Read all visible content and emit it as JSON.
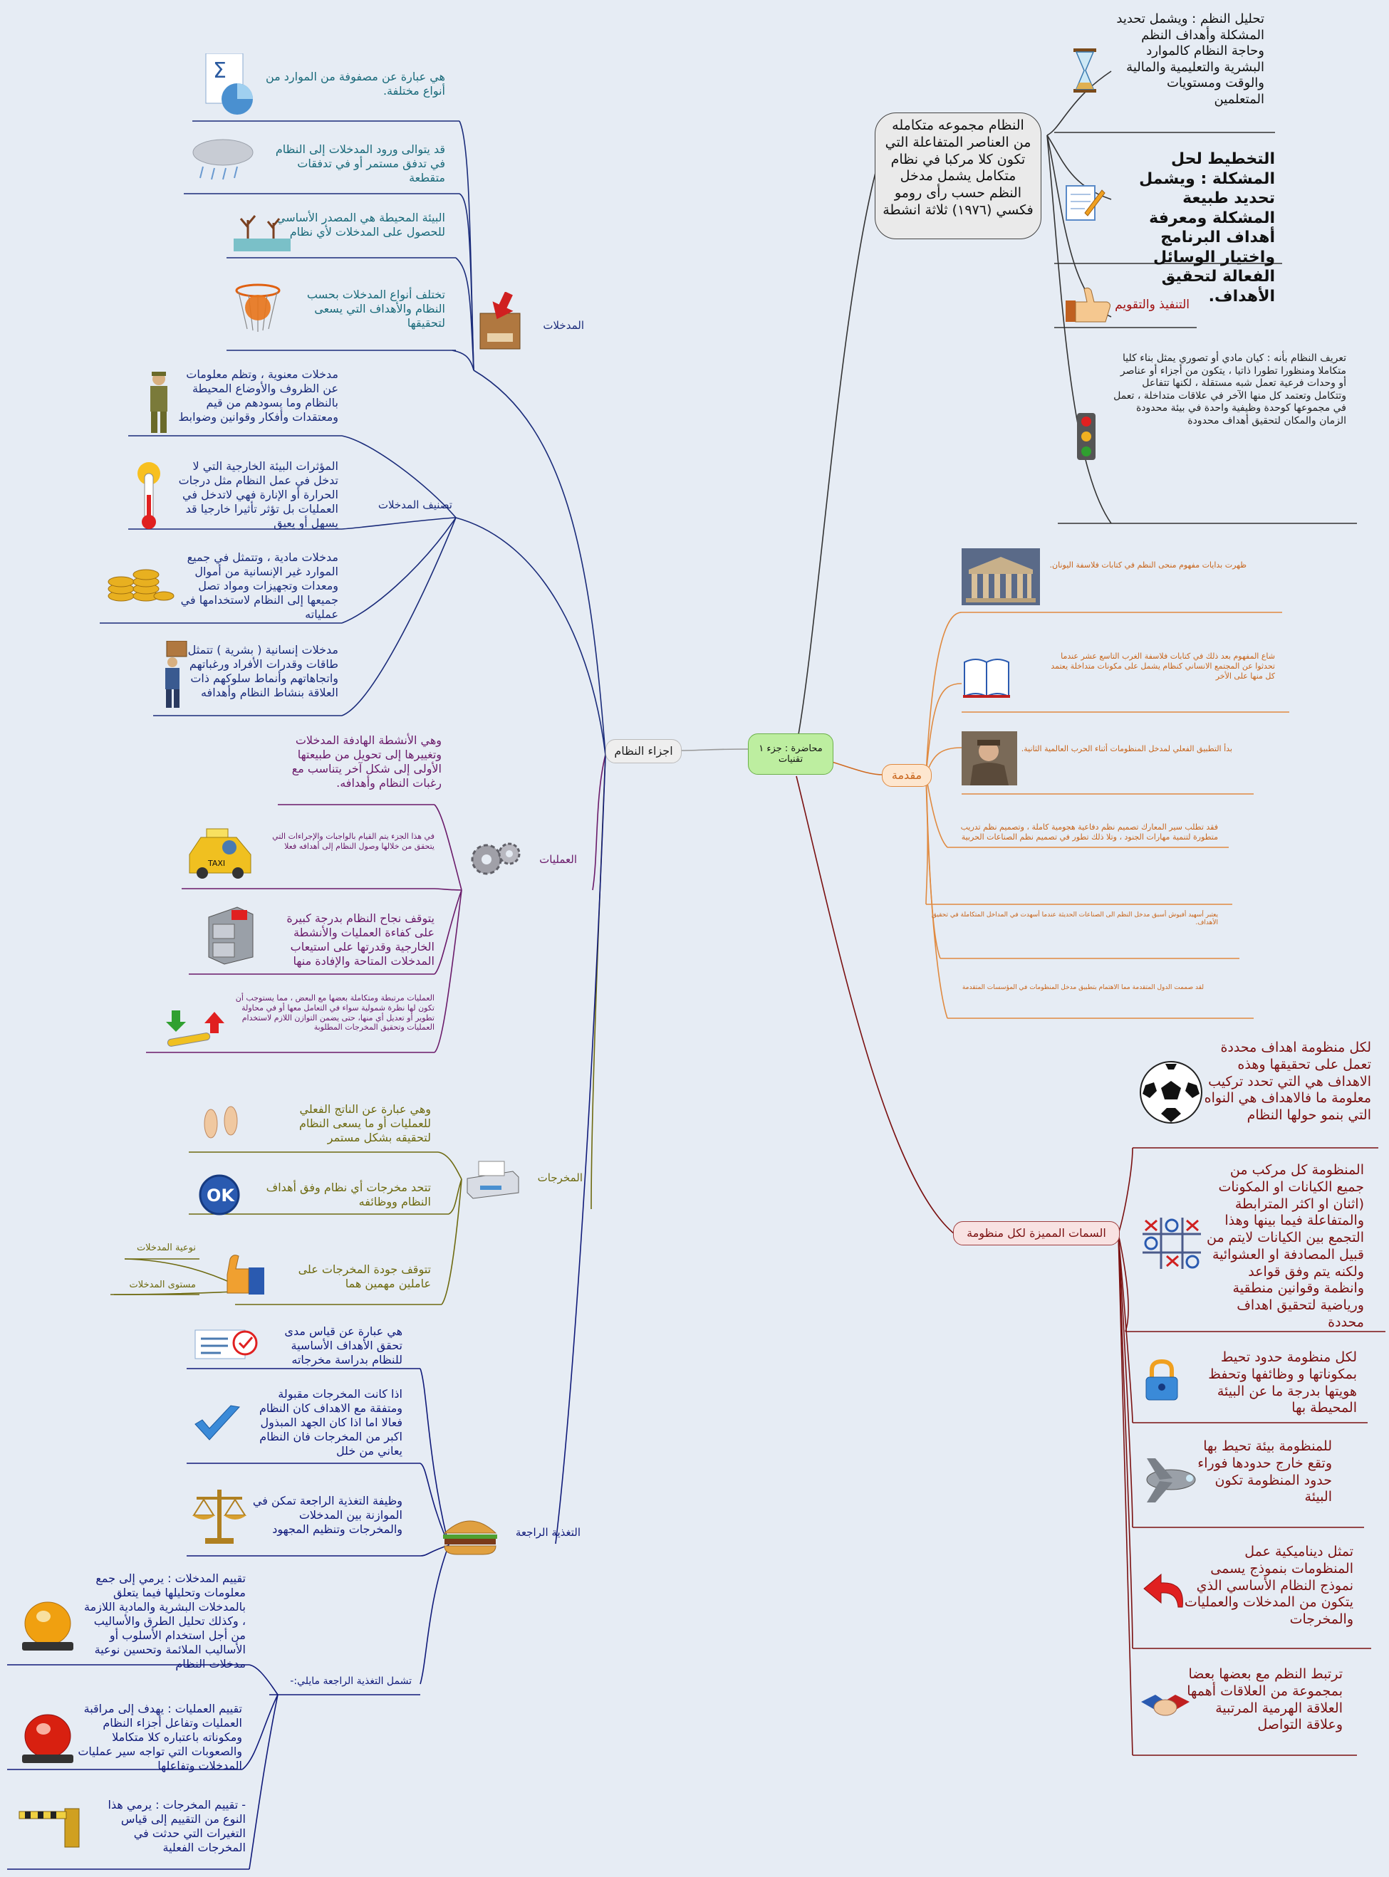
{
  "colors": {
    "center": "#bdeea0",
    "parts": "#1a2b7a",
    "ops": "#6a1a6a",
    "outputs": "#6e6a10",
    "feedback": "#101a7a",
    "intro": "#c8641a",
    "traits": "#7a1010",
    "system": "#222222"
  },
  "center": {
    "label": "محاضرة : جزء ١ تقنيات"
  },
  "branches": {
    "parts": "اجزاء النظام",
    "intro": "مقدمة",
    "traits": "السمات المميزة لكل منظومة"
  },
  "system": {
    "def": "النظام مجموعه متكامله من العناصر المتفاعلة التي تكون كلا مركبا في نظام متكامل يشمل مدخل النظم حسب رأى رومو فكسي (١٩٧٦) ثلاثة انشطة",
    "analysis": "تحليل النظم : ويشمل تحديد المشكلة وأهداف النظم وحاجة النظام كالموارد البشرية والتعليمية والمالية والوقت ومستويات المتعلمين",
    "planning": "التخطيط لحل المشكلة : ويشمل تحديد طبيعة المشكلة ومعرفة أهداف البرنامج واختيار الوسائل الفعالة لتحقيق الأهداف.",
    "execution": "التنفيذ والتقويم",
    "definition2": "تعريف النظام بأنه : كيان مادي أو تصوري يمثل بناء كليا متكاملا ومنظورا تطورا ذاتيا ، يتكون من أجزاء أو عناصر أو وحدات فرعية تعمل شبه مستقلة ، لكنها تتفاعل وتتكامل وتعتمد كل منها الآخر في علاقات متداخلة ، تعمل في مجموعها كوحدة وظيفية واحدة في بيئة محدودة الزمان والمكان لتحقيق أهداف محدودة"
  },
  "inputs": {
    "label": "المدخلات",
    "items": [
      "هي عبارة عن مصفوفة من الموارد من أنواع مختلفة.",
      "قد يتوالى ورود المدخلات إلى النظام في تدفق مستمر أو في تدفقات متقطعة",
      "البيئة المحيطة هي المصدر الأساسي للحصول على المدخلات لأي نظام",
      "تختلف أنواع المدخلات بحسب النظام والأهداف التي يسعى لتحقيقها"
    ]
  },
  "classification": {
    "label": "تصنيف المدخلات",
    "items": [
      "مدخلات معنوية ، وتظم معلومات عن الظروف والأوضاع المحيطة بالنظام وما يسودهم من قيم ومعتقدات وأفكار وقوانين وضوابط",
      "المؤثرات البيئة الخارجية التي لا تدخل في عمل النظام مثل درجات الحرارة أو الإنارة فهي لاتدخل في العمليات بل تؤثر تأثيرا خارجيا قد يسهل أو يعيق",
      "مدخلات مادية ، وتتمثل في جميع الموارد غير الإنسانية من أموال ومعدات وتجهيزات ومواد تصل جميعها إلى النظام لاستخدامها في عملياته",
      "مدخلات إنسانية ( بشرية ) تتمثل في طاقات وقدرات الأفراد ورغباتهم واتجاهاتهم وأنماط سلوكهم ذات العلاقة بنشاط النظام وأهدافه"
    ]
  },
  "operations": {
    "label": "العمليات",
    "items": [
      "وهي الأنشطة الهادفة المدخلات وتغييرها إلى تحويل من طبيعتها الأولى إلى شكل آخر يتناسب مع رغبات النظام وأهدافه.",
      "في هذا الجزء يتم القيام بالواجبات والإجراءات التي يتحقق من خلالها وصول النظام إلى أهدافه فعلا",
      "يتوقف نجاح النظام بدرجة كبيرة على كفاءة العمليات والأنشطة الخارجية وقدرتها على استيعاب المدخلات المتاحة والإفادة منها",
      "العمليات مرتبطة ومتكاملة بعضها مع البعض ، مما يستوجب أن تكون لها نظرة شمولية سواء في التعامل معها أو في محاولة تطوير أو تعديل أي منها، حتى يضمن التوازن اللازم لاستخدام العمليات وتحقيق المخرجات المطلوبة"
    ]
  },
  "outputs": {
    "label": "المخرجات",
    "items": [
      "وهي عبارة عن الناتج الفعلي للعمليات أو ما يسعى النظام لتحقيقه بشكل مستمر",
      "تتحد مخرجات أي نظام وفق أهداف النظام ووظائفه",
      "تتوقف جودة المخرجات على عاملين مهمين هما"
    ],
    "quality": [
      "نوعية المدخلات",
      "مستوى المدخلات"
    ]
  },
  "feedback": {
    "label": "التغذية الراجعة",
    "items": [
      "هي عبارة عن قياس مدى تحقق الأهداف الأساسية للنظام بدراسة مخرجاته",
      "اذا كانت المخرجات مقبولة ومتفقة مع الاهداف كان النظام فعالا اما اذا كان الجهد المبذول اكبر من المخرجات فان النظام يعاني من خلل",
      "وظيفة التغذية الراجعة تمكن في الموازنة بين المدخلات والمخرجات وتنظيم المجهود"
    ],
    "includes_label": "تشمل التغذية الراجعة مايلي:-",
    "includes": [
      "تقييم المدخلات : يرمي إلى جمع معلومات وتحليلها فيما يتعلق بالمدخلات البشرية والمادية اللازمة ، وكذلك تحليل الطرق والأساليب من أجل استخدام الأسلوب أو الأساليب الملائمة وتحسين نوعية مدخلات النظام",
      "تقييم العمليات : يهدف إلى مراقبة العمليات وتفاعل أجزاء النظام ومكوناته باعتباره كلا متكاملا والصعوبات التي تواجه سير عمليات المدخلات وتفاعلها",
      "- تقييم المخرجات : يرمي هذا النوع من التقييم إلى قياس التغيرات التي حدثت في المخرجات الفعلية"
    ]
  },
  "intro": {
    "items": [
      "ظهرت بدايات مفهوم منحى النظم في كتابات فلاسفة اليونان.",
      "شاع المفهوم بعد ذلك في كتابات فلاسفة الغرب التاسع عشر عندما تحدثوا عن المجتمع الانساني كنظام يشمل على مكونات متداخلة يعتمد كل منها على الأخر",
      "بدأ التطبيق الفعلي لمدخل المنظومات أثناء الحرب العالمية الثانية.",
      "فقد تطلب سير المعارك تصميم نظم دفاعية هجومية كاملة ، وتصميم نظم تدريب متطورة لتنمية مهارات الجنود ، وتلا ذلك تطور في تصميم نظم الصناعات الحربية",
      "يعتبر أسهيد أفيوش أسبق مدخل النظم الى الصناعات الحديثة عندما أسهدت في المداخل المتكاملة في تحقيق الأهداف.",
      "لقد صممت الدول المتقدمة مما الاهتمام بتطبيق مدخل المنظومات في المؤسسات المتقدمة"
    ]
  },
  "traits": {
    "items": [
      "لكل منظومة اهداف محددة تعمل على تحقيقها وهذه الاهداف هي التي تحدد تركيب معلومة ما فالاهداف هي النواه التي بنمو حولها النظام",
      "المنظومة كل مركب من جميع الكيانات او المكونات (اثنان او اكثر المترابطة والمتفاعلة فيما بينها وهذا التجمع بين الكيانات لايتم من قبيل المصادفة او العشوائية ولكنه يتم وفق قواعد وانظمة وقوانين منطقية ورياضية لتحقيق اهداف محددة",
      "لكل منظومة حدود تحيط بمكوناتها و وظائفها وتحفظ هويتها بدرجة ما عن البيئة المحيطة بها",
      "للمنظومة بيئة تحيط بها وتقع خارج حدودها فوراء حدود المنظومة تكون البيئة",
      "تمثل ديناميكية عمل المنظومات بنموذج يسمى نموذج النظام الأساسي الذي يتكون من المدخلات والعمليات والمخرجات",
      "ترتبط النظم مع بعضها بعضا بمجموعة من العلاقات أهمها العلاقة الهرمية المرتبية وعلاقة التواصل"
    ]
  }
}
